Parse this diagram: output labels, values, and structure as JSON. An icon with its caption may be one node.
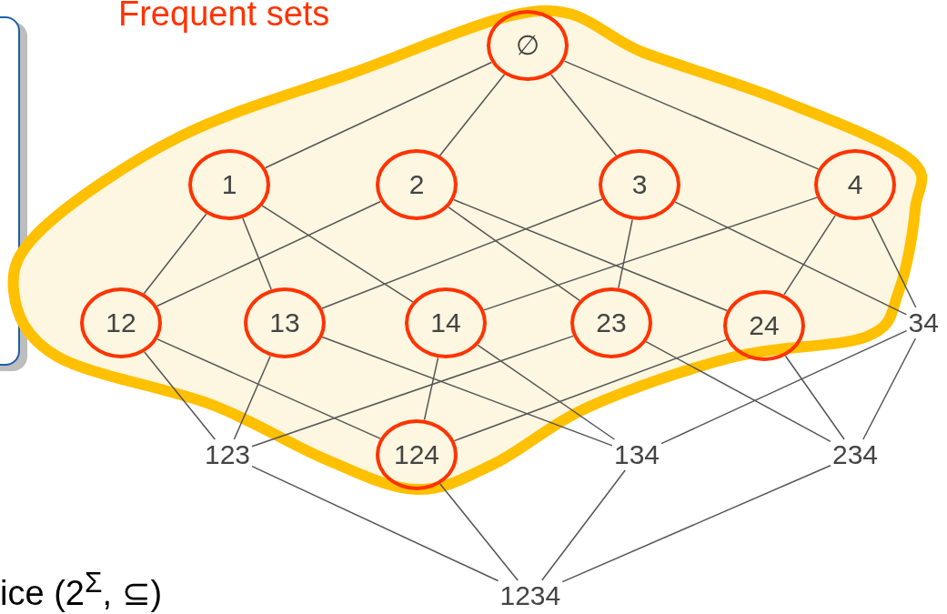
{
  "diagram": {
    "nodes": [
      {
        "text": [
          "Frequent sets"
        ]
      },
      {
        "text": [
          "∅"
        ],
        "in": 0
      },
      {
        "text": [
          "1"
        ],
        "in": 0
      },
      {
        "text": [
          "2"
        ],
        "in": 0
      },
      {
        "text": [
          "3"
        ],
        "in": 0
      },
      {
        "text": [
          "4"
        ],
        "in": 0
      },
      {
        "text": [
          "12"
        ],
        "in": 0
      },
      {
        "text": [
          "13"
        ],
        "in": 0
      },
      {
        "text": [
          "14"
        ],
        "in": 0
      },
      {
        "text": [
          "23"
        ],
        "in": 0
      },
      {
        "text": [
          "24"
        ],
        "in": 0
      },
      {
        "text": [
          "34"
        ]
      },
      {
        "text": [
          "123"
        ]
      },
      {
        "text": [
          "124"
        ],
        "in": 0
      },
      {
        "text": [
          "134"
        ]
      },
      {
        "text": [
          "234"
        ]
      },
      {
        "text": [
          "1234"
        ]
      }
    ],
    "edges": [
      {
        "from": 1,
        "to": 2,
        "arrow": "none"
      },
      {
        "from": 1,
        "to": 3,
        "arrow": "none"
      },
      {
        "from": 1,
        "to": 4,
        "arrow": "none"
      },
      {
        "from": 1,
        "to": 5,
        "arrow": "none"
      },
      {
        "from": 2,
        "to": 6,
        "arrow": "none"
      },
      {
        "from": 2,
        "to": 7,
        "arrow": "none"
      },
      {
        "from": 2,
        "to": 8,
        "arrow": "none"
      },
      {
        "from": 3,
        "to": 6,
        "arrow": "none"
      },
      {
        "from": 3,
        "to": 9,
        "arrow": "none"
      },
      {
        "from": 3,
        "to": 10,
        "arrow": "none"
      },
      {
        "from": 4,
        "to": 7,
        "arrow": "none"
      },
      {
        "from": 4,
        "to": 9,
        "arrow": "none"
      },
      {
        "from": 4,
        "to": 11,
        "arrow": "none"
      },
      {
        "from": 5,
        "to": 8,
        "arrow": "none"
      },
      {
        "from": 5,
        "to": 10,
        "arrow": "none"
      },
      {
        "from": 5,
        "to": 11,
        "arrow": "none"
      },
      {
        "from": 6,
        "to": 12,
        "arrow": "none"
      },
      {
        "from": 6,
        "to": 13,
        "arrow": "none"
      },
      {
        "from": 7,
        "to": 12,
        "arrow": "none"
      },
      {
        "from": 7,
        "to": 14,
        "arrow": "none"
      },
      {
        "from": 8,
        "to": 13,
        "arrow": "none"
      },
      {
        "from": 8,
        "to": 14,
        "arrow": "none"
      },
      {
        "from": 9,
        "to": 12,
        "arrow": "none"
      },
      {
        "from": 9,
        "to": 15,
        "arrow": "none"
      },
      {
        "from": 10,
        "to": 13,
        "arrow": "none"
      },
      {
        "from": 10,
        "to": 15,
        "arrow": "none"
      },
      {
        "from": 11,
        "to": 14,
        "arrow": "none"
      },
      {
        "from": 11,
        "to": 15,
        "arrow": "none"
      },
      {
        "from": 12,
        "to": 16,
        "arrow": "none"
      },
      {
        "from": 13,
        "to": 16,
        "arrow": "none"
      },
      {
        "from": 14,
        "to": 16,
        "arrow": "none"
      },
      {
        "from": 15,
        "to": 16,
        "arrow": "none"
      }
    ],
    "labels": [
      "ice (2$^{Σ}$, ⊆)"
    ]
  }
}
